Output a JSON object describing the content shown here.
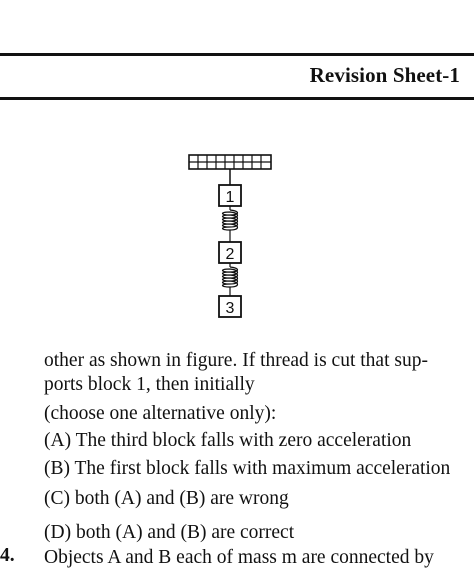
{
  "header": {
    "title": "Revision Sheet-1"
  },
  "figure": {
    "blocks": [
      "1",
      "2",
      "3"
    ]
  },
  "question": {
    "line1": "other as shown in figure.  If thread is cut that sup-",
    "line2": "ports block 1, then initially",
    "instruction": "(choose one alternative only):",
    "options": [
      "(A) The third block falls with zero acceleration",
      "(B) The first block falls with maximum acceleration",
      "(C) both (A) and (B) are wrong",
      "(D) both (A) and (B) are correct"
    ]
  },
  "next_question": {
    "number": "4.",
    "text": "Objects A and B each of mass m are connected by"
  }
}
